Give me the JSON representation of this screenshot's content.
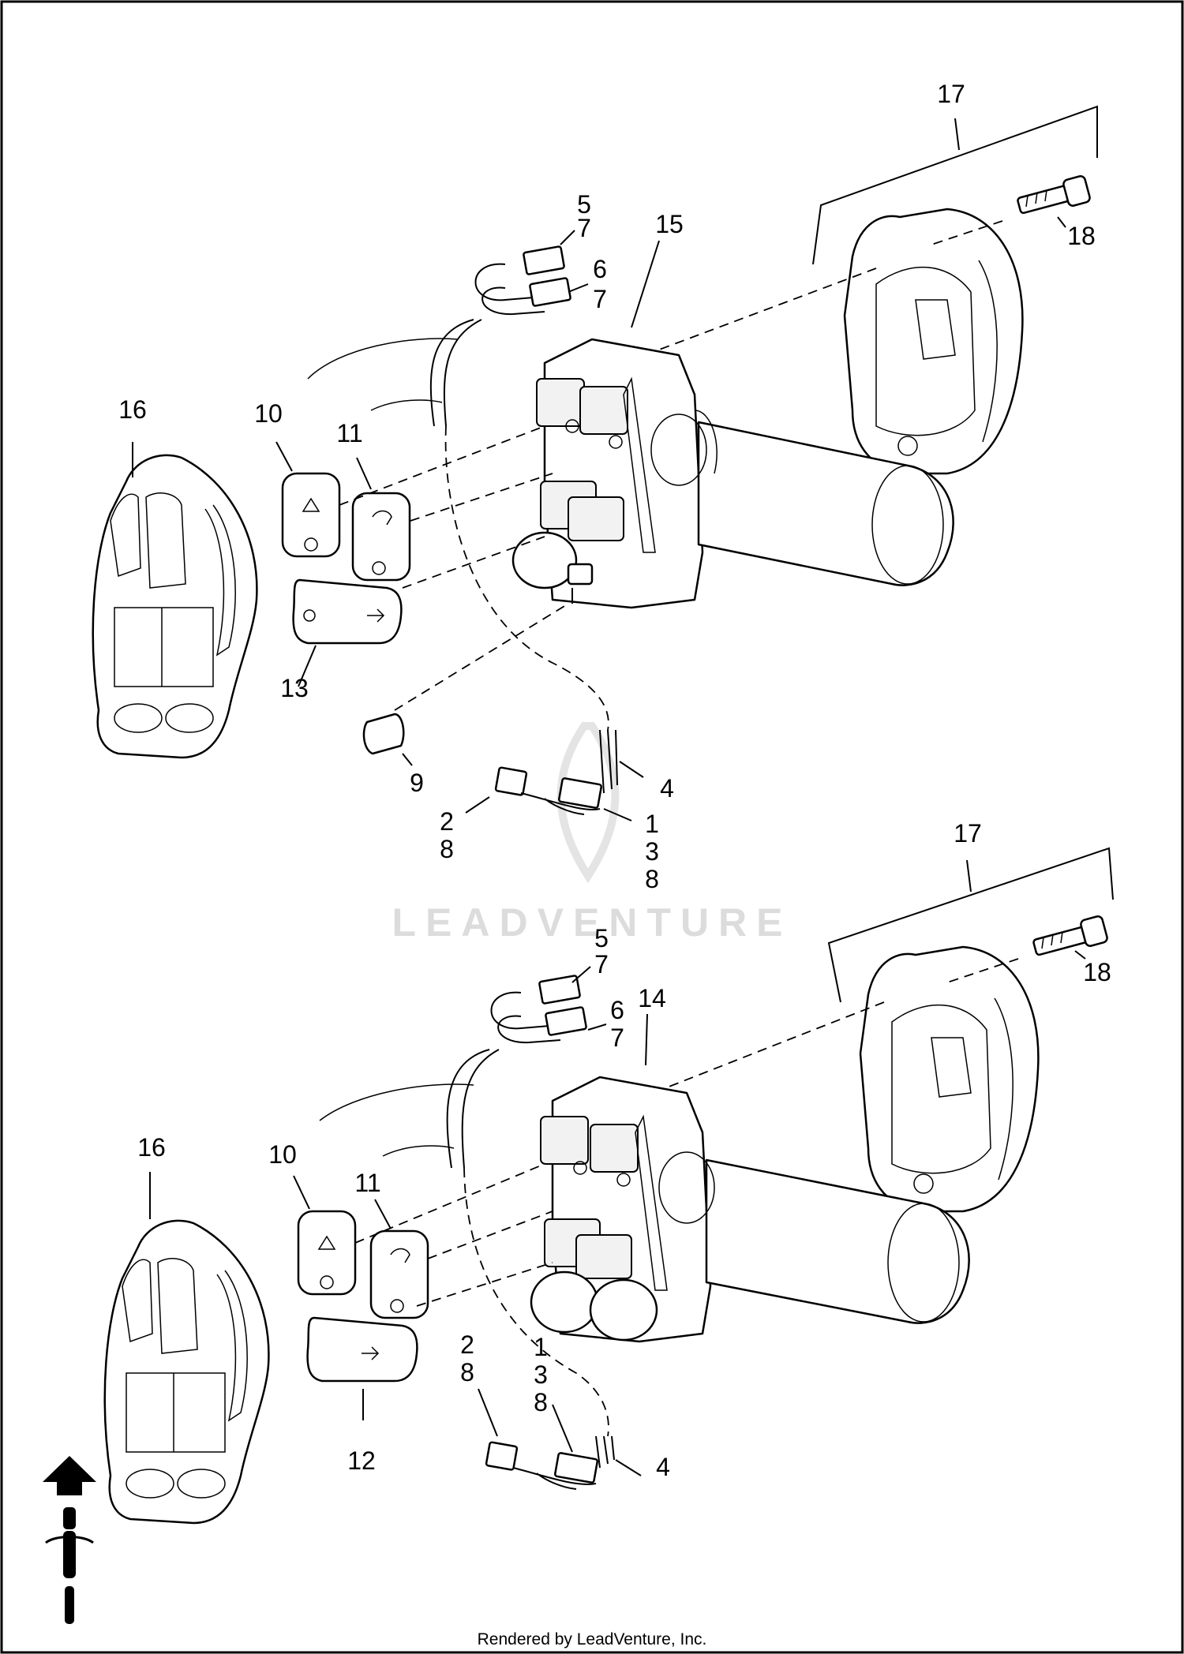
{
  "diagram": {
    "watermark": "LEADVENTURE",
    "credit": "Rendered by LeadVenture, Inc.",
    "top_assembly": {
      "callouts": {
        "c17": "17",
        "c18": "18",
        "c5": "5",
        "c5b": "7",
        "c6": "6",
        "c6b": "7",
        "c15": "15",
        "c16": "16",
        "c10": "10",
        "c11": "11",
        "c13": "13",
        "c9": "9",
        "c4": "4",
        "c2": "2",
        "c2b": "8",
        "c1": "1",
        "c1b": "3",
        "c1c": "8"
      }
    },
    "bottom_assembly": {
      "callouts": {
        "c17": "17",
        "c18": "18",
        "c5": "5",
        "c5b": "7",
        "c6": "6",
        "c6b": "7",
        "c14": "14",
        "c16": "16",
        "c10": "10",
        "c11": "11",
        "c12": "12",
        "c2": "2",
        "c2b": "8",
        "c1": "1",
        "c1b": "3",
        "c1c": "8",
        "c4": "4"
      }
    },
    "icons": {
      "direction": "forward-arrow-icon",
      "orientation": "motorcycle-top-view-icon"
    }
  }
}
